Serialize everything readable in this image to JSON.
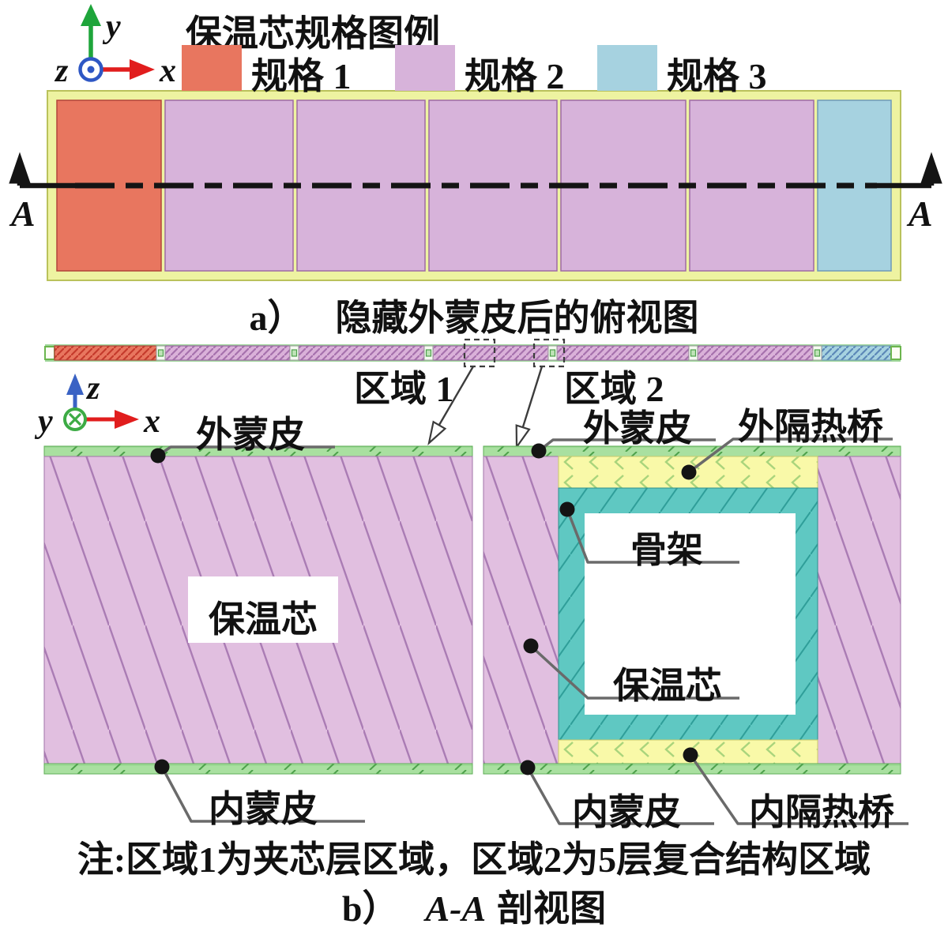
{
  "figure": {
    "legend": {
      "title": "保温芯规格图例",
      "items": [
        {
          "label": "规格 1",
          "color": "#e8765f"
        },
        {
          "label": "规格 2",
          "color": "#d7b3da"
        },
        {
          "label": "规格 3",
          "color": "#a6d2e0"
        }
      ]
    },
    "axis_labels": {
      "x": "x",
      "y": "y",
      "z": "z"
    },
    "section_marker": "A",
    "caption_a": {
      "prefix": "a）",
      "text": "隐藏外蒙皮后的俯视图"
    },
    "caption_b": {
      "prefix": "b）",
      "view": "A-A",
      "text": "剖视图"
    },
    "zones": {
      "zone1": "区域 1",
      "zone2": "区域 2"
    },
    "layers": {
      "outer_skin": "外蒙皮",
      "inner_skin": "内蒙皮",
      "core": "保温芯",
      "outer_bridge": "外隔热桥",
      "inner_bridge": "内隔热桥",
      "skeleton": "骨架"
    },
    "note": "注:区域1为夹芯层区域，区域2为5层复合结构区域",
    "colors": {
      "spec1_red": "#e8765f",
      "spec2_pink": "#d7b3da",
      "spec3_blue": "#a6d2e0",
      "frame_yellow": "#eef3a1",
      "skin_green": "#a9e0a0",
      "bridge_yellow": "#f9f9a8",
      "skeleton_teal": "#5fc8c2",
      "core_hatch_pink": "#e1bfe0"
    }
  }
}
